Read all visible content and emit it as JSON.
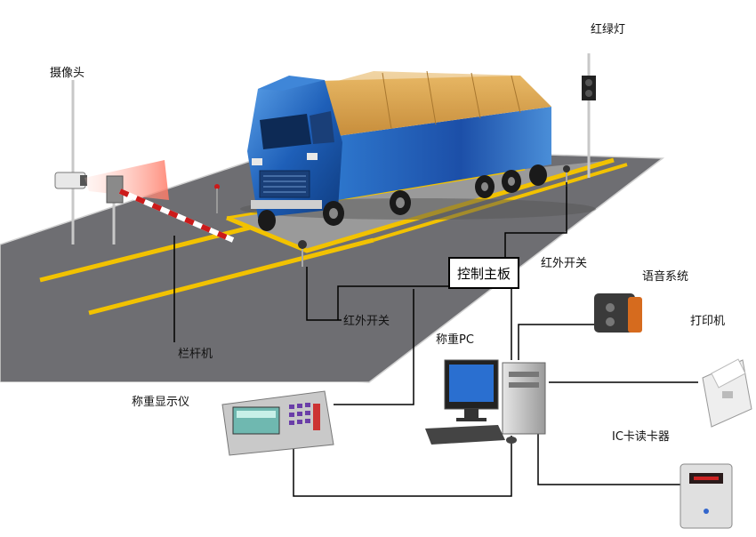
{
  "labels": {
    "camera": "摄像头",
    "traffic_light": "红绿灯",
    "ir_switch_top": "红外开关",
    "ir_switch_bottom": "红外开关",
    "control_board": "控制主板",
    "voice_system": "语音系统",
    "printer": "打印机",
    "weighing_pc": "称重PC",
    "barrier": "栏杆机",
    "weight_display": "称重显示仪",
    "ic_reader": "IC卡读卡器"
  },
  "colors": {
    "road": "#6e6e72",
    "lane_line": "#f2c200",
    "truck_cab": "#1e5fb8",
    "cargo_cover": "#d9a24a",
    "scale_platform": "#9a9a9a",
    "scale_edge": "#f2c200",
    "wire": "#000000"
  }
}
